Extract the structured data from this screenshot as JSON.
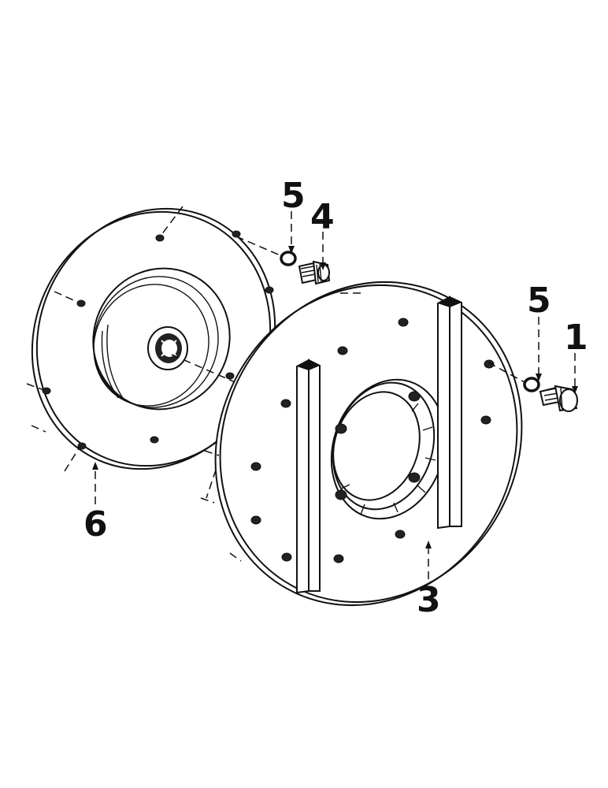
{
  "callouts": {
    "part_1": "1",
    "part_3": "3",
    "part_4": "4",
    "part_5_left": "5",
    "part_5_right": "5",
    "part_6": "6"
  },
  "colors": {
    "ink": "#111111",
    "paper": "#ffffff"
  }
}
